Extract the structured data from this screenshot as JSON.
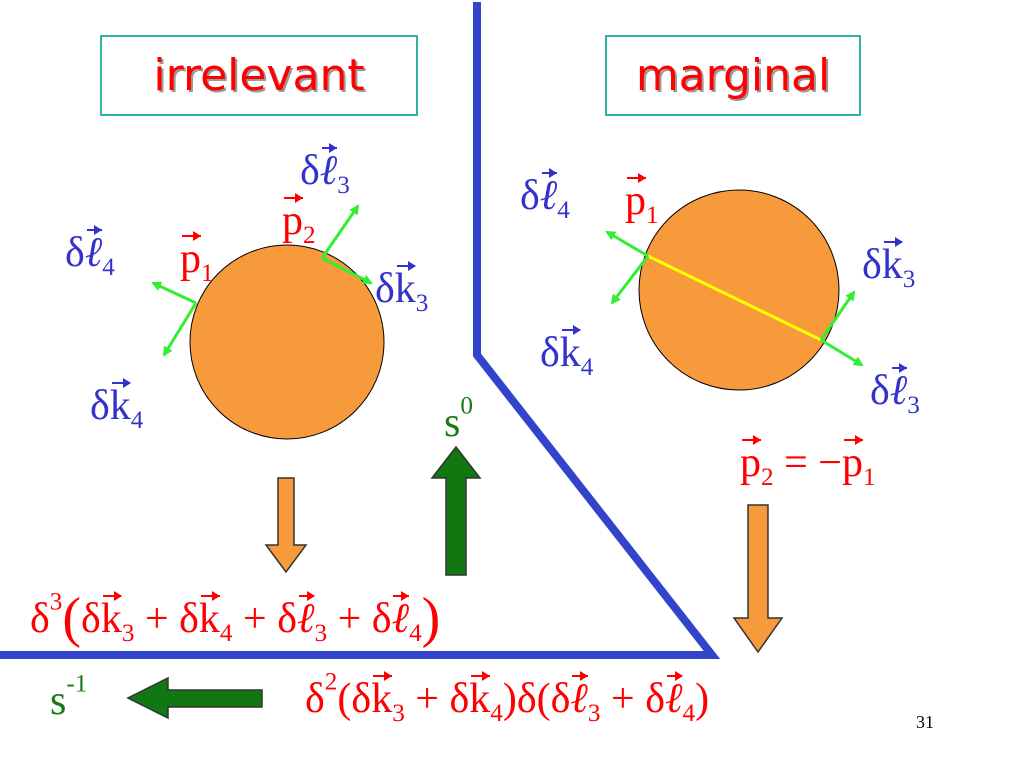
{
  "colors": {
    "border_line": "#3344cc",
    "circle_fill": "#f79a3c",
    "green_vector": "#33ee33",
    "yellow_line": "#ffff00",
    "red_text": "#ff0000",
    "blue_text": "#3333cc",
    "green_arrow": "#117711",
    "orange_arrow": "#f79a3c"
  },
  "left_panel": {
    "title": "irrelevant",
    "momenta": {
      "l3": {
        "symbol": "δ",
        "vec": "ℓ",
        "sub": "3"
      },
      "p2": {
        "vec": "p",
        "sub": "2"
      },
      "l4": {
        "symbol": "δ",
        "vec": "ℓ",
        "sub": "4"
      },
      "p1": {
        "vec": "p",
        "sub": "1"
      },
      "k3": {
        "symbol": "δ",
        "vec": "k",
        "sub": "3"
      },
      "k4": {
        "symbol": "δ",
        "vec": "k",
        "sub": "4"
      }
    },
    "scaling_up": {
      "base": "s",
      "exp": "0"
    },
    "formula": {
      "delta": "δ",
      "power": "3",
      "open": "(",
      "t1": {
        "symbol": "δ",
        "vec": "k",
        "sub": "3"
      },
      "plus": "+",
      "t2": {
        "symbol": "δ",
        "vec": "k",
        "sub": "4"
      },
      "t3": {
        "symbol": "δ",
        "vec": "ℓ",
        "sub": "3"
      },
      "t4": {
        "symbol": "δ",
        "vec": "ℓ",
        "sub": "4"
      },
      "close": ")"
    }
  },
  "right_panel": {
    "title": "marginal",
    "momenta": {
      "l4": {
        "symbol": "δ",
        "vec": "ℓ",
        "sub": "4"
      },
      "p1": {
        "vec": "p",
        "sub": "1"
      },
      "k3": {
        "symbol": "δ",
        "vec": "k",
        "sub": "3"
      },
      "k4": {
        "symbol": "δ",
        "vec": "k",
        "sub": "4"
      },
      "l3": {
        "symbol": "δ",
        "vec": "ℓ",
        "sub": "3"
      }
    },
    "relation": {
      "lhs_vec": "p",
      "lhs_sub": "2",
      "eq": "=",
      "minus": "−",
      "rhs_vec": "p",
      "rhs_sub": "1"
    },
    "formula": {
      "delta": "δ",
      "power": "2",
      "open": "(",
      "t1": {
        "symbol": "δ",
        "vec": "k",
        "sub": "3"
      },
      "plus": "+",
      "t2": {
        "symbol": "δ",
        "vec": "k",
        "sub": "4"
      },
      "mid": ")δ(",
      "t3": {
        "symbol": "δ",
        "vec": "ℓ",
        "sub": "3"
      },
      "t4": {
        "symbol": "δ",
        "vec": "ℓ",
        "sub": "4"
      },
      "close": ")"
    }
  },
  "bottom_left": {
    "scaling": {
      "base": "s",
      "exp": "-1"
    }
  },
  "slide_number": "31"
}
